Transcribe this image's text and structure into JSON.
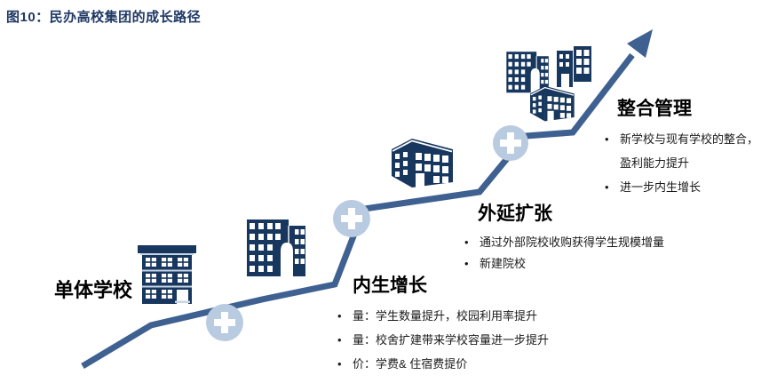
{
  "title": "图10：民办高校集团的成长路径",
  "glyphs": {
    "bullet": "•"
  },
  "colors": {
    "navy": "#17375E",
    "line": "#3F6191",
    "plus": "#B9CBE1",
    "title": "#1F3864",
    "light": "#C9D6E6",
    "text": "#1a1a1a"
  },
  "stages": [
    {
      "label": "单体学校",
      "bullets": []
    },
    {
      "label": "内生增长",
      "bullets": [
        "量：学生数量提升，校园利用率提升",
        "量：校舍扩建带来学校容量进一步提升",
        "价：学费& 住宿费提价"
      ]
    },
    {
      "label": "外延扩张",
      "bullets": [
        "通过外部院校收购获得学生规模增量",
        "新建院校"
      ]
    },
    {
      "label": "整合管理",
      "bullets": [
        "新学校与现有学校的整合，盈利能力提升",
        "进一步内生增长"
      ]
    }
  ],
  "icons": {
    "plus": "plus-icon",
    "arrow": "growth-arrow-icon",
    "stage_buildings": [
      "single-school-building-icon",
      "twin-tower-building-icon",
      "office-building-3d-icon",
      "building-cluster-icon"
    ]
  }
}
